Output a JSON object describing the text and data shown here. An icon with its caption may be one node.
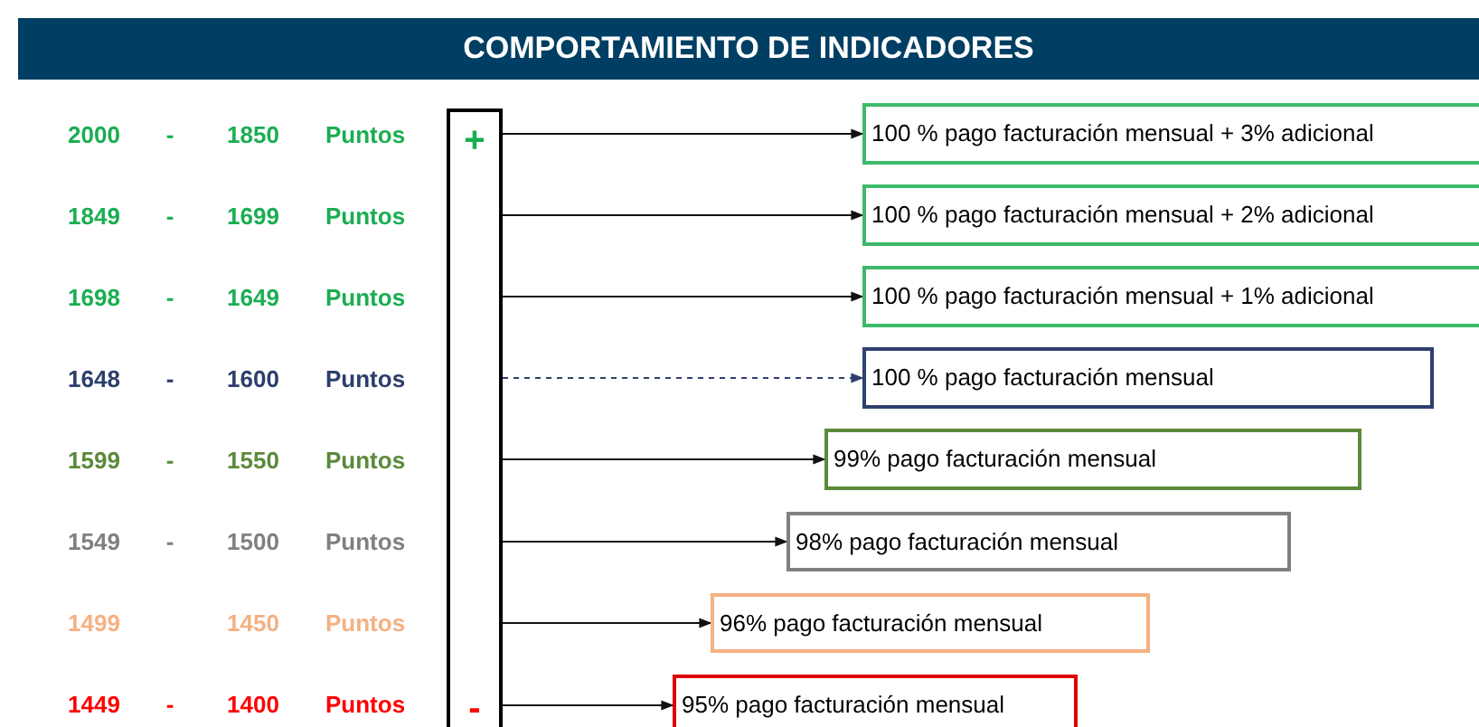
{
  "diagram": {
    "title": "COMPORTAMIENTO DE INDICADORES",
    "nodes": [
      {
        "text": [
          "+",
          "-"
        ]
      },
      {
        "text": [
          "100 % pago facturación mensual + 3% adicional"
        ]
      },
      {
        "text": [
          "100 % pago facturación mensual + 2% adicional"
        ]
      },
      {
        "text": [
          "100 % pago facturación mensual + 1% adicional"
        ]
      },
      {
        "text": [
          "100 % pago facturación mensual"
        ]
      },
      {
        "text": [
          "99% pago facturación mensual"
        ]
      },
      {
        "text": [
          "98% pago facturación mensual"
        ]
      },
      {
        "text": [
          "96% pago facturación mensual"
        ]
      },
      {
        "text": [
          "95% pago facturación mensual"
        ]
      }
    ],
    "edges": [
      {
        "from": 0,
        "to": 1,
        "arrow": "to"
      },
      {
        "from": 0,
        "to": 2,
        "arrow": "to"
      },
      {
        "from": 0,
        "to": 3,
        "arrow": "to"
      },
      {
        "from": 0,
        "to": 4,
        "arrow": "to",
        "style": "dashed",
        "color": "#2f3f6f"
      },
      {
        "from": 0,
        "to": 5,
        "arrow": "to"
      },
      {
        "from": 0,
        "to": 6,
        "arrow": "to"
      },
      {
        "from": 0,
        "to": 7,
        "arrow": "to"
      },
      {
        "from": 0,
        "to": 8,
        "arrow": "to"
      }
    ],
    "labels": [
      "2000",
      "-",
      "1850",
      "Puntos",
      "1849",
      "-",
      "1699",
      "Puntos",
      "1698",
      "-",
      "1649",
      "Puntos",
      "1648",
      "-",
      "1600",
      "Puntos",
      "1599",
      "-",
      "1550",
      "Puntos",
      "1549",
      "-",
      "1500",
      "Puntos",
      "1499",
      "1450",
      "Puntos",
      "1449",
      "-",
      "1400",
      "Puntos"
    ]
  }
}
